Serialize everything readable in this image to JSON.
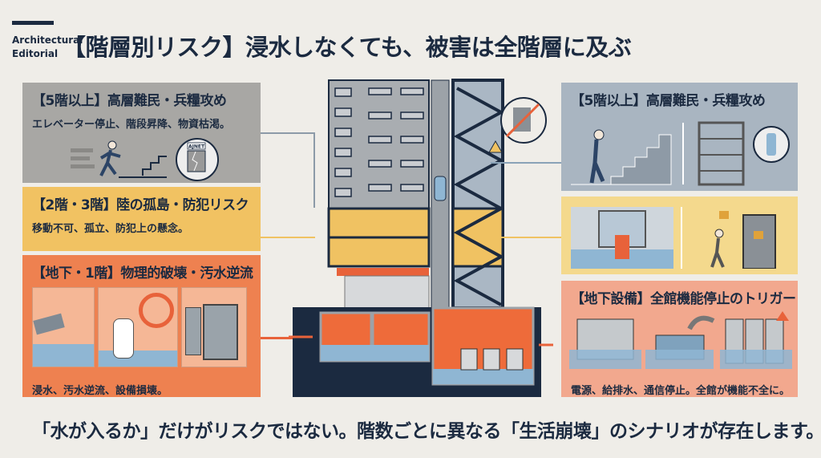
{
  "header": {
    "brand_line1": "Architectural",
    "brand_line2": "Editorial",
    "title": "【階層別リスク】浸水しなくても、被害は全階層に及ぶ"
  },
  "left_panels": [
    {
      "heading": "【5階以上】高層難民・兵糧攻め",
      "text": "エレベーター停止、階段昇降、物資枯渇。",
      "color": "#a8a7a4",
      "sign": "AJNET"
    },
    {
      "heading": "【2階・3階】陸の孤島・防犯リスク",
      "text": "移動不可、孤立、防犯上の懸念。",
      "color": "#f1c262"
    },
    {
      "heading": "【地下・1階】物理的破壊・汚水逆流",
      "text": "浸水、汚水逆流、設備損壊。",
      "color": "#ee8150"
    }
  ],
  "right_panels": [
    {
      "heading": "【5階以上】高層難民・兵糧攻め",
      "color": "#a9b5c1"
    },
    {
      "color": "#f4d98d"
    },
    {
      "heading": "【地下設備】全館機能停止のトリガー",
      "text": "電源、給排水、通信停止。全館が機能不全に。",
      "color": "#f2a88e"
    }
  ],
  "colors": {
    "navy": "#1b2a40",
    "orange": "#e8623a",
    "water": "#8fb6d3"
  },
  "footer": "「水が入るか」だけがリスクではない。階数ごとに異なる「生活崩壊」のシナリオが存在します。"
}
